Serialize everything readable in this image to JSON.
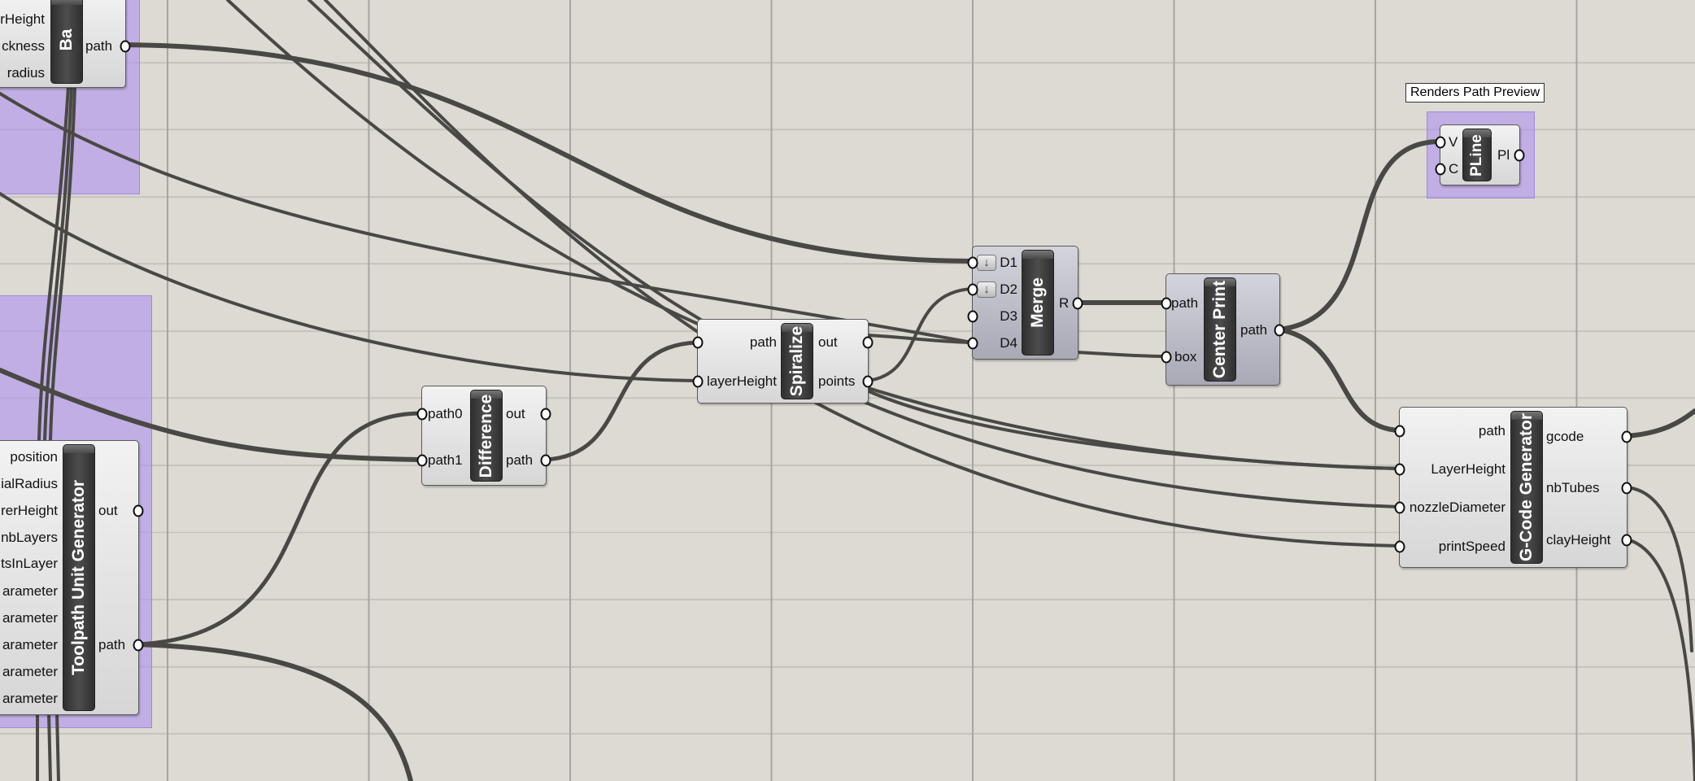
{
  "canvas": {
    "background": "#dddad3",
    "group_color": "#b096ec",
    "wire_color": "#4a4845"
  },
  "tooltip": "Renders Path Preview",
  "nodes": {
    "base": {
      "title": "Ba",
      "inputs": [
        "rHeight",
        "ckness",
        "radius"
      ],
      "outputs": [
        "path"
      ]
    },
    "toolpath": {
      "title": "Toolpath Unit Generator",
      "inputs": [
        "position",
        "ialRadius",
        "rerHeight",
        "nbLayers",
        "tsInLayer",
        "arameter",
        "arameter",
        "arameter",
        "arameter",
        "arameter"
      ],
      "outputs": [
        "out",
        "path"
      ]
    },
    "difference": {
      "title": "Difference",
      "inputs": [
        "path0",
        "path1"
      ],
      "outputs": [
        "out",
        "path"
      ]
    },
    "spiralize": {
      "title": "Spiralize",
      "inputs": [
        "path",
        "layerHeight"
      ],
      "outputs": [
        "out",
        "points"
      ]
    },
    "merge": {
      "title": "Merge",
      "inputs": [
        "D1",
        "D2",
        "D3",
        "D4"
      ],
      "outputs": [
        "R"
      ],
      "flatten_icon": "↓"
    },
    "center_print": {
      "title": "Center Print",
      "inputs": [
        "path",
        "box"
      ],
      "outputs": [
        "path"
      ]
    },
    "pline": {
      "title": "PLine",
      "inputs": [
        "V",
        "C"
      ],
      "outputs": [
        "Pl"
      ]
    },
    "gcode": {
      "title": "G-Code Generator",
      "inputs": [
        "path",
        "LayerHeight",
        "nozzleDiameter",
        "printSpeed"
      ],
      "outputs": [
        "gcode",
        "nbTubes",
        "clayHeight"
      ]
    }
  }
}
